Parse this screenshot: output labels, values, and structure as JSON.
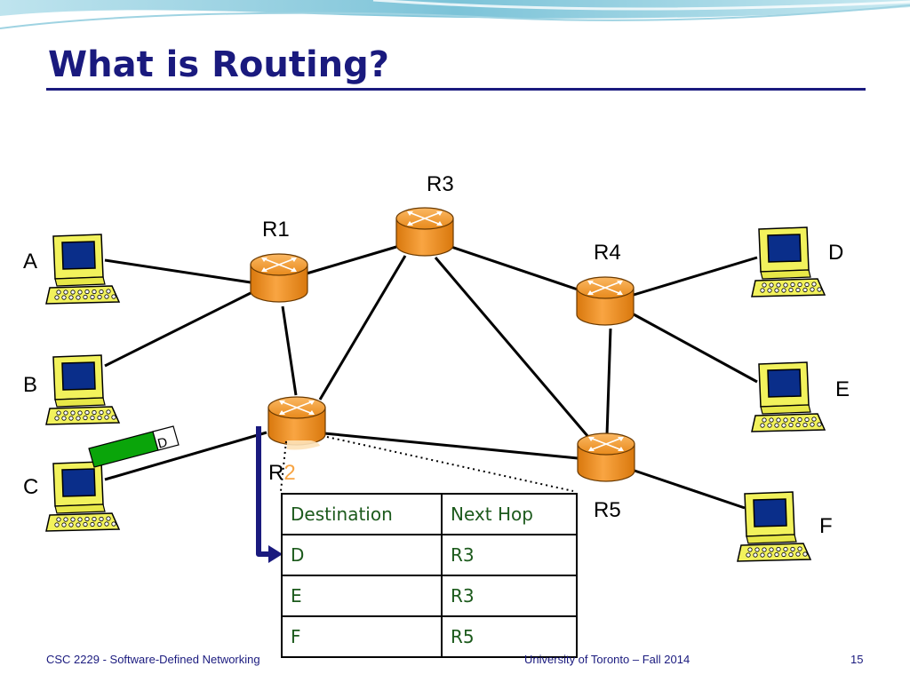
{
  "slide": {
    "title": "What is Routing?",
    "footer_left": "CSC 2229 - Software-Defined Networking",
    "footer_center": "University of Toronto – Fall 2014",
    "page_number": "15"
  },
  "diagram": {
    "routers": [
      {
        "id": "R1",
        "label": "R1"
      },
      {
        "id": "R2",
        "label_main": "R",
        "label_accent": "2"
      },
      {
        "id": "R3",
        "label": "R3"
      },
      {
        "id": "R4",
        "label": "R4"
      },
      {
        "id": "R5",
        "label": "R5"
      }
    ],
    "hosts": [
      {
        "id": "A",
        "label": "A"
      },
      {
        "id": "B",
        "label": "B"
      },
      {
        "id": "C",
        "label": "C"
      },
      {
        "id": "D",
        "label": "D"
      },
      {
        "id": "E",
        "label": "E"
      },
      {
        "id": "F",
        "label": "F"
      }
    ],
    "links": [
      [
        "A",
        "R1"
      ],
      [
        "B",
        "R1"
      ],
      [
        "C",
        "R2"
      ],
      [
        "R1",
        "R2"
      ],
      [
        "R1",
        "R3"
      ],
      [
        "R2",
        "R3"
      ],
      [
        "R3",
        "R4"
      ],
      [
        "R3",
        "R5"
      ],
      [
        "R4",
        "R5"
      ],
      [
        "R2",
        "R5"
      ],
      [
        "R4",
        "D"
      ],
      [
        "R4",
        "E"
      ],
      [
        "R5",
        "F"
      ]
    ],
    "packet": {
      "destination_label": "D"
    },
    "colors": {
      "router_body": "#f7941d",
      "router_top": "#f9a542",
      "packet_green": "#0aa50a",
      "arrow_navy": "#1a1a7e",
      "title_navy": "#1a1a7e",
      "table_text": "#1c5a1c"
    }
  },
  "routing_table": {
    "headers": [
      "Destination",
      "Next Hop"
    ],
    "rows": [
      {
        "destination": "D",
        "next_hop": "R3"
      },
      {
        "destination": "E",
        "next_hop": "R3"
      },
      {
        "destination": "F",
        "next_hop": "R5"
      }
    ]
  }
}
